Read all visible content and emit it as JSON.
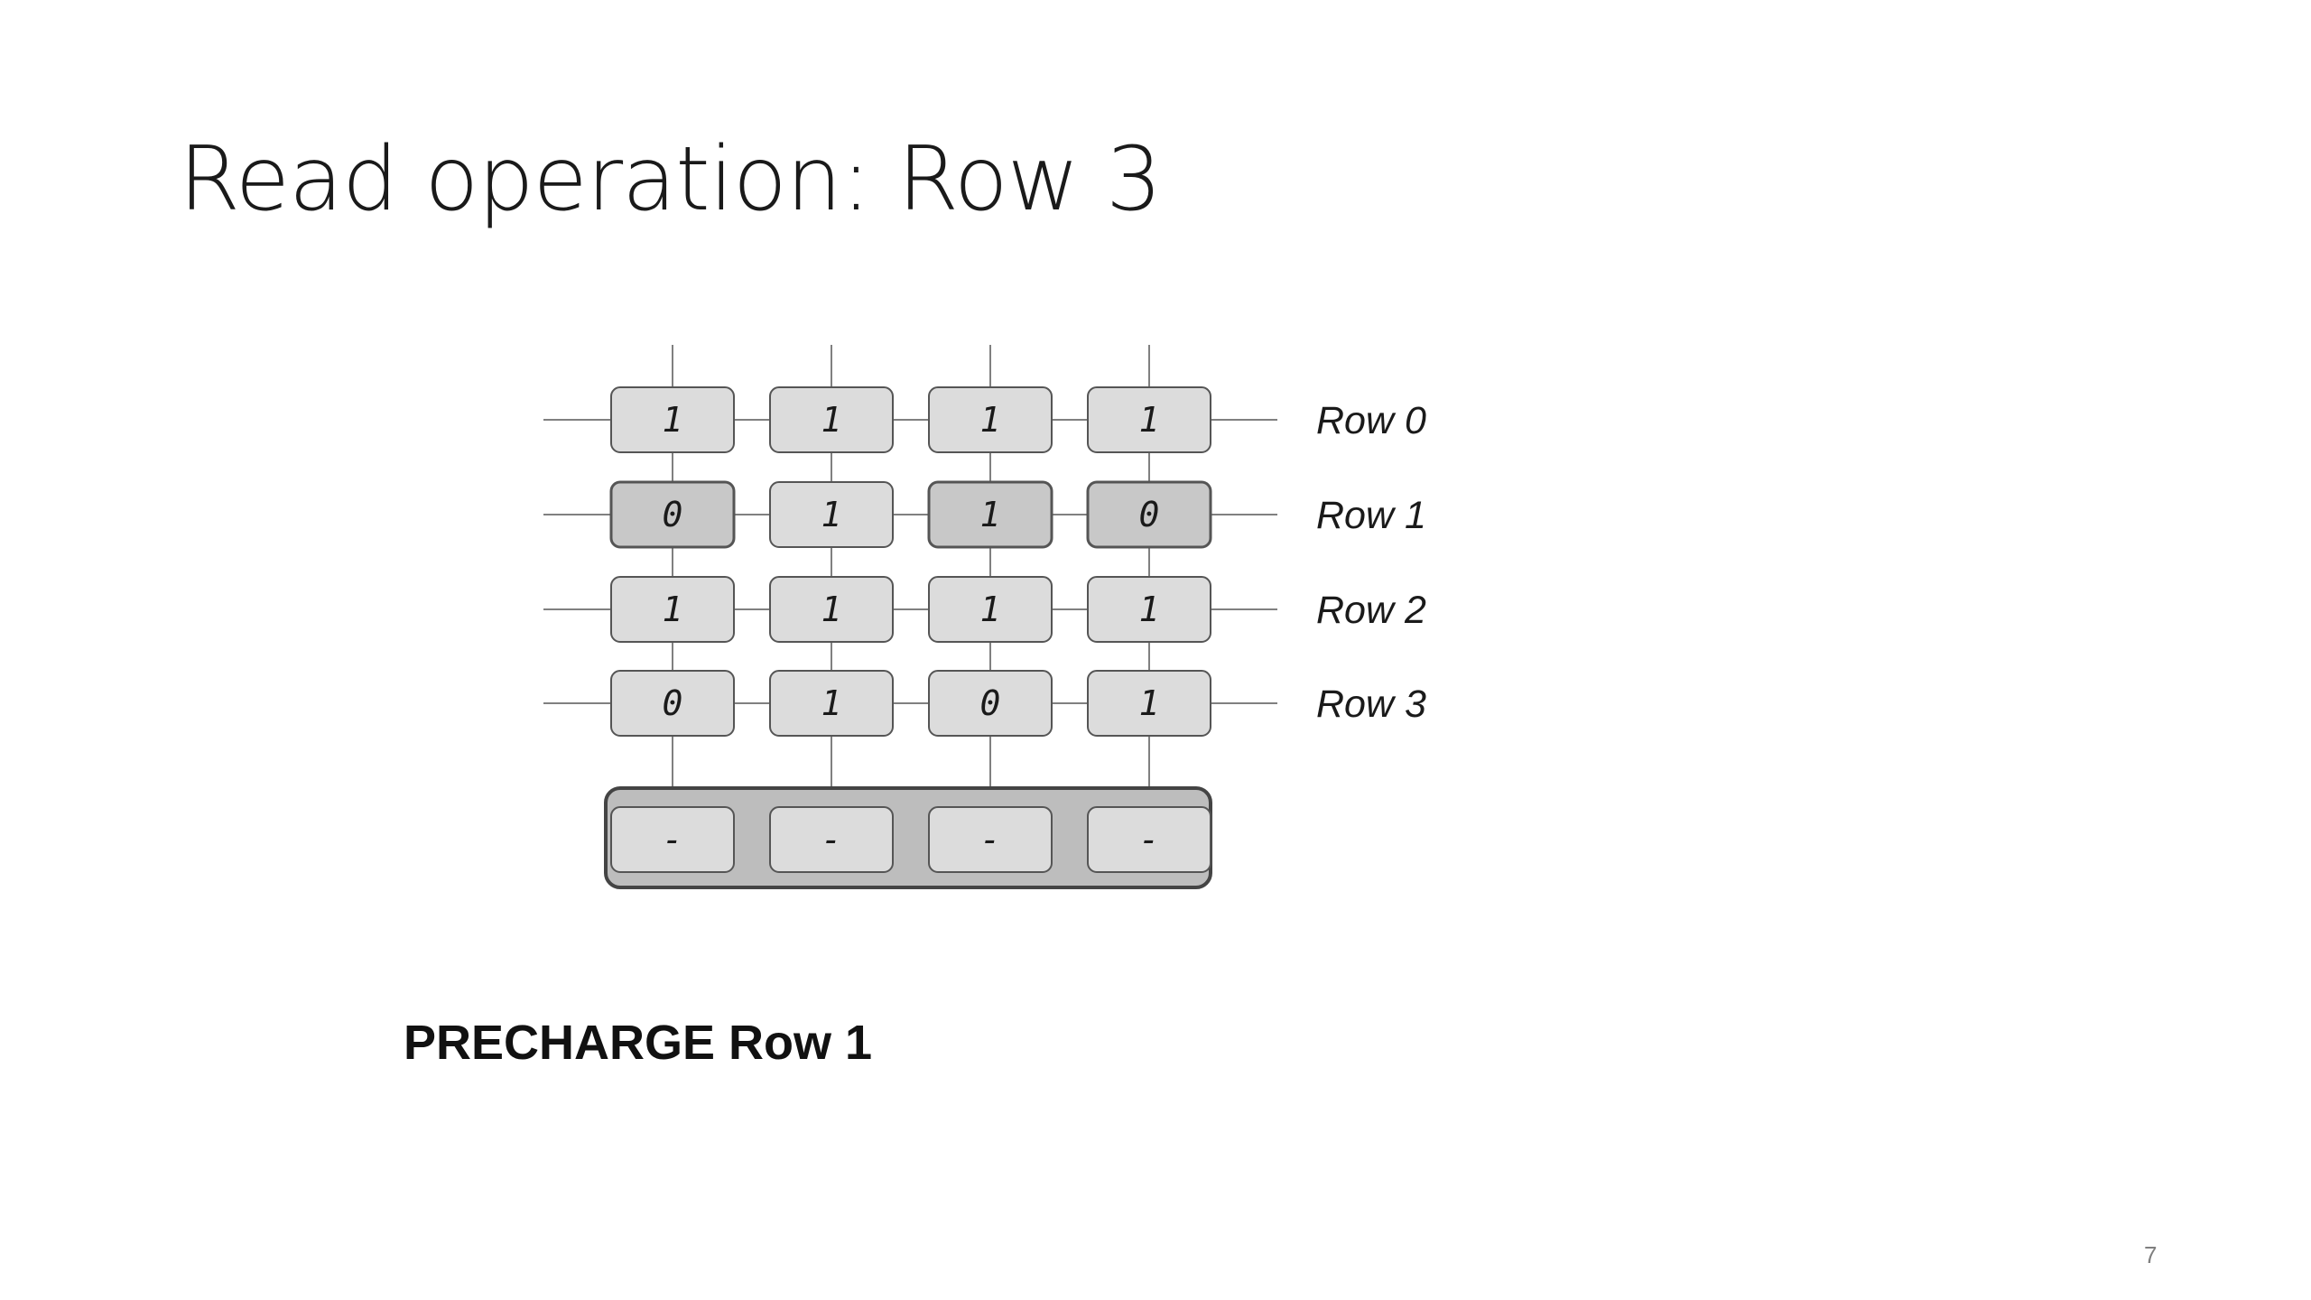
{
  "slide": {
    "title": "Read operation: Row 3",
    "command": "PRECHARGE Row 1",
    "page_number": "7"
  },
  "diagram": {
    "rows": [
      {
        "label": "Row 0",
        "cells": [
          "1",
          "1",
          "1",
          "1"
        ],
        "shade": [
          "light",
          "light",
          "light",
          "light"
        ]
      },
      {
        "label": "Row 1",
        "cells": [
          "0",
          "1",
          "1",
          "0"
        ],
        "shade": [
          "dark",
          "light",
          "dark",
          "dark"
        ]
      },
      {
        "label": "Row 2",
        "cells": [
          "1",
          "1",
          "1",
          "1"
        ],
        "shade": [
          "light",
          "light",
          "light",
          "light"
        ]
      },
      {
        "label": "Row 3",
        "cells": [
          "0",
          "1",
          "0",
          "1"
        ],
        "shade": [
          "light",
          "light",
          "light",
          "light"
        ]
      }
    ],
    "row_buffer": [
      "-",
      "-",
      "-",
      "-"
    ],
    "colors": {
      "cell_light": "#dcdcdc",
      "cell_dark": "#c8c8c8",
      "cell_border": "#555555",
      "buffer_fill": "#bdbdbd",
      "buffer_border": "#444444",
      "wire": "#808080"
    }
  }
}
